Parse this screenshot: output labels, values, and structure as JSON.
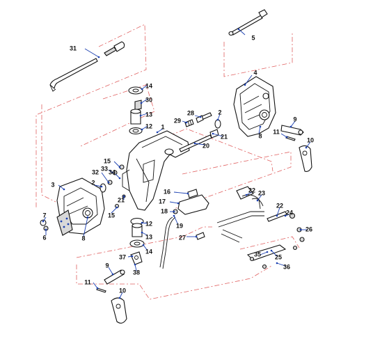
{
  "callouts": [
    {
      "id": "c31",
      "label": "31"
    },
    {
      "id": "c5",
      "label": "5"
    },
    {
      "id": "c4",
      "label": "4"
    },
    {
      "id": "c14a",
      "label": "14"
    },
    {
      "id": "c30",
      "label": "30"
    },
    {
      "id": "c13a",
      "label": "13"
    },
    {
      "id": "c12a",
      "label": "12"
    },
    {
      "id": "c1",
      "label": "1"
    },
    {
      "id": "c29",
      "label": "29"
    },
    {
      "id": "c28",
      "label": "28"
    },
    {
      "id": "c2a",
      "label": "2"
    },
    {
      "id": "c9a",
      "label": "9"
    },
    {
      "id": "c8a",
      "label": "8"
    },
    {
      "id": "c11a",
      "label": "11"
    },
    {
      "id": "c10a",
      "label": "10"
    },
    {
      "id": "c21a",
      "label": "21"
    },
    {
      "id": "c20",
      "label": "20"
    },
    {
      "id": "c15a",
      "label": "15"
    },
    {
      "id": "c32",
      "label": "32"
    },
    {
      "id": "c33",
      "label": "33"
    },
    {
      "id": "c34",
      "label": "34"
    },
    {
      "id": "c3",
      "label": "3"
    },
    {
      "id": "c2b",
      "label": "2"
    },
    {
      "id": "c21b",
      "label": "21"
    },
    {
      "id": "c15b",
      "label": "15"
    },
    {
      "id": "c7",
      "label": "7"
    },
    {
      "id": "c6",
      "label": "6"
    },
    {
      "id": "c8b",
      "label": "8"
    },
    {
      "id": "c16",
      "label": "16"
    },
    {
      "id": "c17",
      "label": "17"
    },
    {
      "id": "c18",
      "label": "18"
    },
    {
      "id": "c19",
      "label": "19"
    },
    {
      "id": "c22a",
      "label": "22"
    },
    {
      "id": "c23",
      "label": "23"
    },
    {
      "id": "c22b",
      "label": "22"
    },
    {
      "id": "c24",
      "label": "24"
    },
    {
      "id": "c26",
      "label": "26"
    },
    {
      "id": "c12b",
      "label": "12"
    },
    {
      "id": "c13b",
      "label": "13"
    },
    {
      "id": "c14b",
      "label": "14"
    },
    {
      "id": "c27",
      "label": "27"
    },
    {
      "id": "c25",
      "label": "25"
    },
    {
      "id": "c35",
      "label": "35"
    },
    {
      "id": "c36",
      "label": "36"
    },
    {
      "id": "c37",
      "label": "37"
    },
    {
      "id": "c38",
      "label": "38"
    },
    {
      "id": "c9b",
      "label": "9"
    },
    {
      "id": "c11b",
      "label": "11"
    },
    {
      "id": "c10b",
      "label": "10"
    }
  ]
}
